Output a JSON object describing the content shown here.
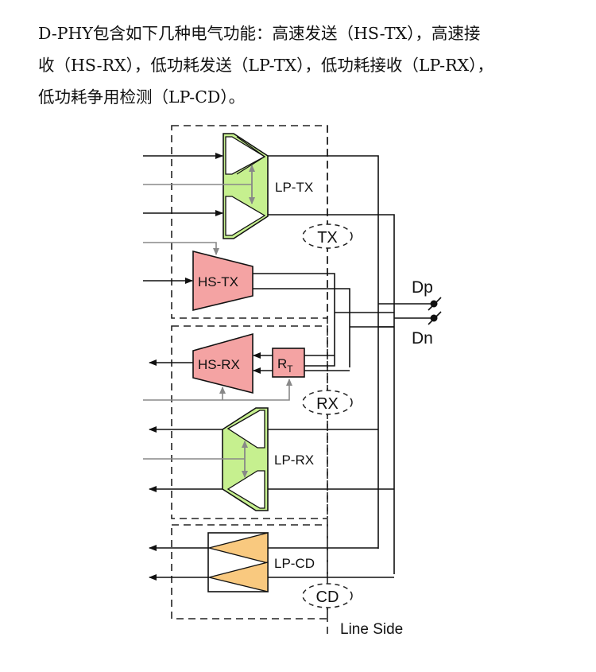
{
  "paragraph": {
    "lines": [
      "D-PHY包含如下几种电气功能：高速发送（HS-TX），高速接",
      "收（HS-RX），低功耗发送（LP-TX），低功耗接收（LP-RX），",
      "低功耗争用检测（LP-CD）。"
    ]
  },
  "diagram": {
    "blocks": {
      "lp_tx": "LP-TX",
      "hs_tx": "HS-TX",
      "hs_rx": "HS-RX",
      "rt_main": "R",
      "rt_sub": "T",
      "lp_rx": "LP-RX",
      "lp_cd": "LP-CD"
    },
    "groups": {
      "tx": "TX",
      "rx": "RX",
      "cd": "CD"
    },
    "pins": {
      "dp": "Dp",
      "dn": "Dn"
    },
    "line_side": "Line Side",
    "colors": {
      "lp_green": "#c6f08f",
      "hs_red": "#f4a3a3",
      "cd_orange": "#f9c97f",
      "control_gray": "#888888",
      "wire": "#111111"
    }
  }
}
